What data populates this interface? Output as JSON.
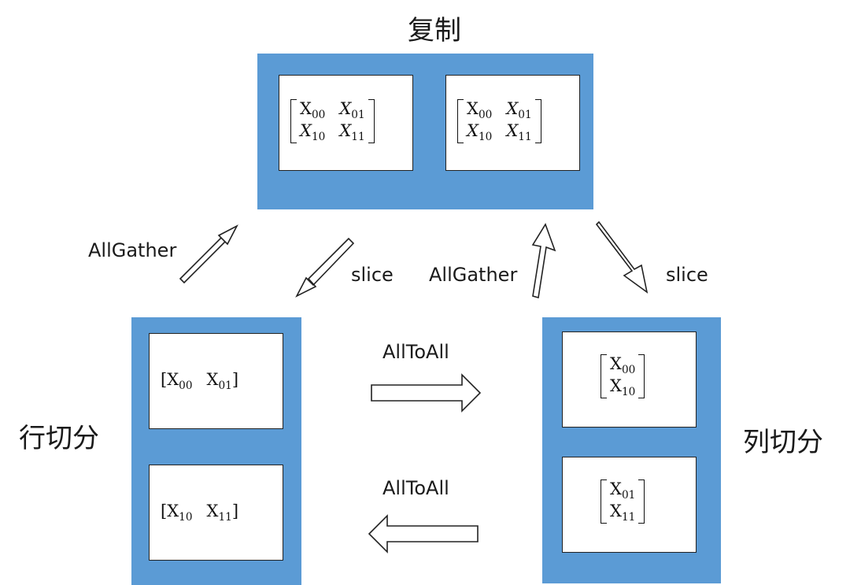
{
  "labels": {
    "replicate": "复制",
    "row_split": "行切分",
    "col_split": "列切分",
    "allgather_left": "AllGather",
    "slice_left": "slice",
    "allgather_right": "AllGather",
    "slice_right": "slice",
    "alltoall_top": "AllToAll",
    "alltoall_bottom": "AllToAll"
  },
  "replicate_matrix": {
    "r0": [
      "X",
      "00",
      "X",
      "01"
    ],
    "r1": [
      "X",
      "10",
      "X",
      "11"
    ]
  },
  "row_split_cells": [
    [
      "X",
      "00",
      "X",
      "01"
    ],
    [
      "X",
      "10",
      "X",
      "11"
    ]
  ],
  "col_split_cells": [
    [
      "X",
      "00",
      "X",
      "10"
    ],
    [
      "X",
      "01",
      "X",
      "11"
    ]
  ],
  "colors": {
    "panel": "#5b9bd5",
    "border": "#222222",
    "text": "#1a1a1a"
  }
}
